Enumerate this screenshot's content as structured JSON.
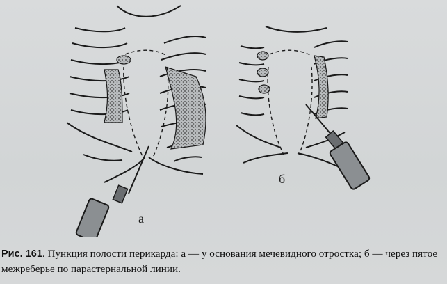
{
  "figure": {
    "label_a": "а",
    "label_b": "б"
  },
  "caption": {
    "figure_number": "Рис. 161",
    "text": ". Пункция полости перикарда: а — у основания мечевидного отростка; б — через пятое межреберье по парастернальной линии."
  },
  "colors": {
    "ink": "#1a1a1a",
    "paper": "#d6d8d9"
  }
}
